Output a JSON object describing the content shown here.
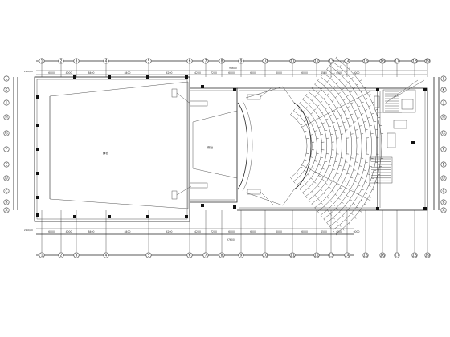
{
  "drawing": {
    "top_grid_labels": [
      "1",
      "2",
      "3",
      "4",
      "5",
      "6",
      "7",
      "8",
      "9",
      "10",
      "11",
      "12",
      "13",
      "14",
      "15",
      "16",
      "17",
      "18",
      "19"
    ],
    "bottom_grid_labels": [
      "1",
      "2",
      "3",
      "4",
      "5",
      "6",
      "7",
      "8",
      "9",
      "10",
      "11",
      "12",
      "13",
      "14",
      "15",
      "16",
      "17",
      "18",
      "19"
    ],
    "left_grid_labels": [
      "L",
      "K",
      "J",
      "H",
      "G",
      "F",
      "E",
      "D",
      "C",
      "B",
      "A"
    ],
    "right_grid_labels": [
      "L",
      "K",
      "J",
      "H",
      "G",
      "F",
      "E",
      "D",
      "C",
      "B",
      "A"
    ],
    "top_dimensions": [
      "6000",
      "4000",
      "8400",
      "8400",
      "4200",
      "4200",
      "7200",
      "6000",
      "6000",
      "6000",
      "6000",
      "4500",
      "4500",
      "6000"
    ],
    "bottom_dimensions": [
      "6000",
      "4000",
      "8400",
      "8400",
      "4200",
      "4200",
      "7200",
      "6000",
      "6000",
      "6000",
      "6000",
      "4500",
      "4500",
      "6000"
    ],
    "top_total": "98600",
    "bottom_total": "97600",
    "rooms": {
      "main_stage": "舞台",
      "side_stage": "侧台"
    },
    "colors": {
      "ink": "#222222",
      "background": "#ffffff"
    }
  }
}
